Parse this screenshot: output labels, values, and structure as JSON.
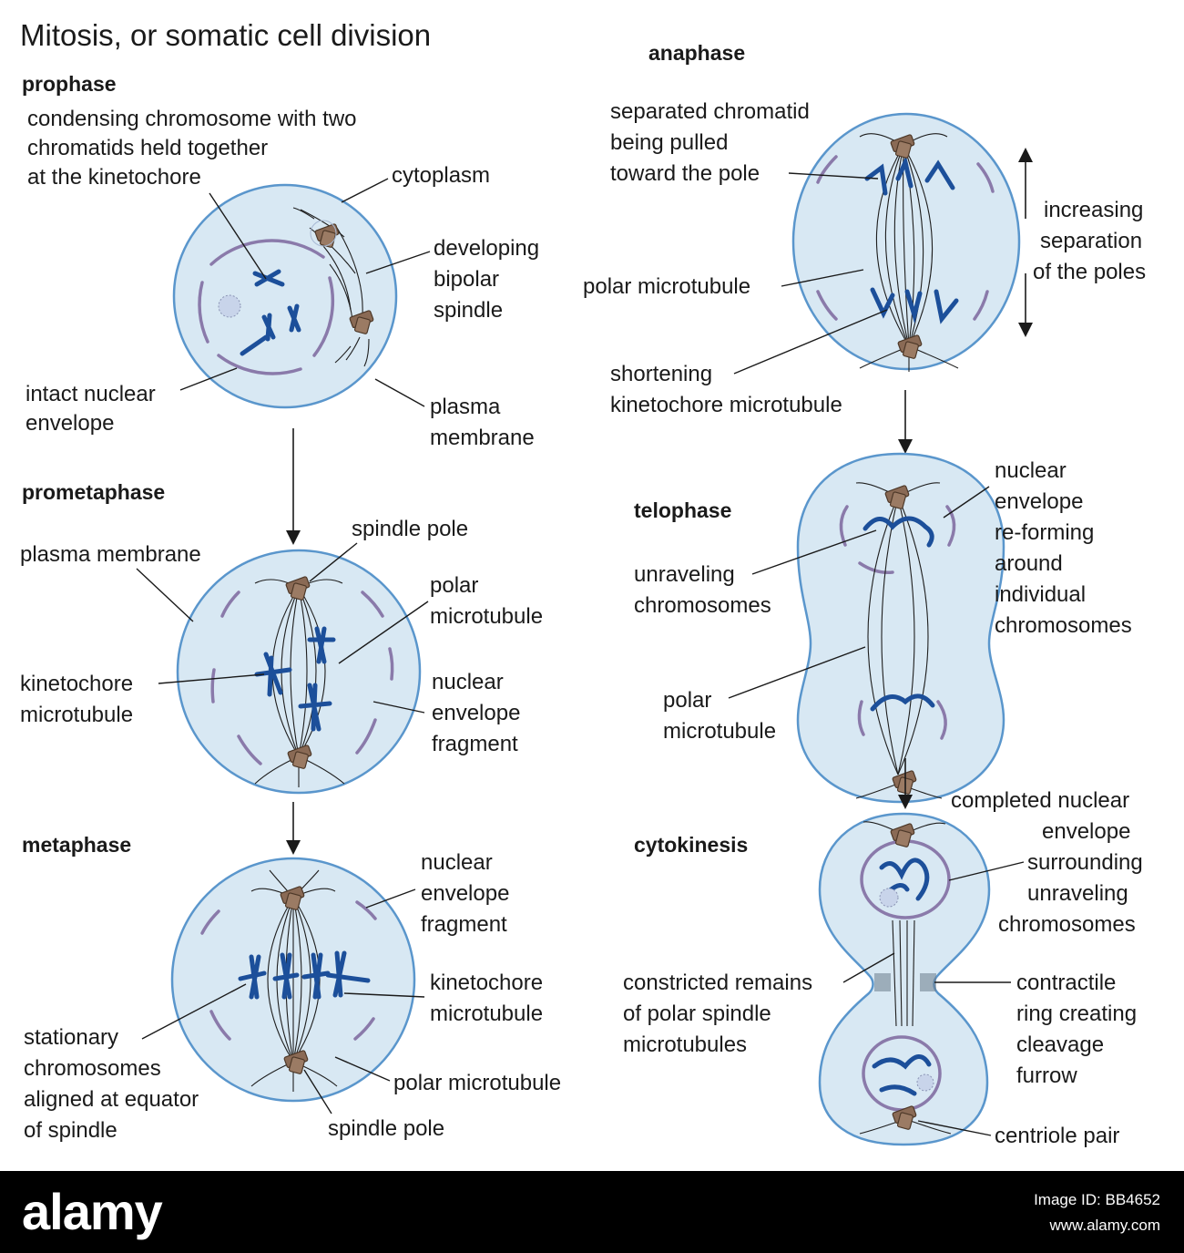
{
  "title": "Mitosis, or somatic cell division",
  "phases": {
    "prophase": "prophase",
    "prometaphase": "prometaphase",
    "metaphase": "metaphase",
    "anaphase": "anaphase",
    "telophase": "telophase",
    "cytokinesis": "cytokinesis"
  },
  "labels": {
    "pro_chromosome": [
      "condensing chromosome with two",
      "chromatids held together",
      "at the kinetochore"
    ],
    "pro_cytoplasm": [
      "cytoplasm"
    ],
    "pro_spindle": [
      "developing",
      "bipolar",
      "spindle"
    ],
    "pro_envelope": [
      "intact nuclear",
      "envelope"
    ],
    "pro_membrane": [
      "plasma",
      "membrane"
    ],
    "prm_spindle_pole": [
      "spindle pole"
    ],
    "prm_membrane": [
      "plasma membrane"
    ],
    "prm_polar": [
      "polar",
      "microtubule"
    ],
    "prm_kinetochore": [
      "kinetochore",
      "microtubule"
    ],
    "prm_fragment": [
      "nuclear",
      "envelope",
      "fragment"
    ],
    "met_fragment": [
      "nuclear",
      "envelope",
      "fragment"
    ],
    "met_kinetochore": [
      "kinetochore",
      "microtubule"
    ],
    "met_stationary": [
      "stationary",
      "chromosomes",
      "aligned at equator",
      "of spindle"
    ],
    "met_polar": [
      "polar microtubule"
    ],
    "met_spindle_pole": [
      "spindle pole"
    ],
    "ana_chromatid": [
      "separated chromatid",
      "being pulled",
      "toward the pole"
    ],
    "ana_increasing": [
      "increasing",
      "separation",
      "of the poles"
    ],
    "ana_polar": [
      "polar microtubule"
    ],
    "ana_shortening": [
      "shortening",
      "kinetochore microtubule"
    ],
    "tel_nuclear": [
      "nuclear",
      "envelope",
      "re-forming",
      "around",
      "individual",
      "chromosomes"
    ],
    "tel_unraveling": [
      "unraveling",
      "chromosomes"
    ],
    "tel_polar": [
      "polar",
      "microtubule"
    ],
    "cyt_completed": [
      "completed nuclear",
      "envelope",
      "surrounding",
      "unraveling",
      "chromosomes"
    ],
    "cyt_constricted": [
      "constricted remains",
      "of polar spindle",
      "microtubules"
    ],
    "cyt_contractile": [
      "contractile",
      "ring creating",
      "cleavage",
      "furrow"
    ],
    "cyt_centriole": [
      "centriole pair"
    ]
  },
  "footer": {
    "logo": "alamy",
    "line1": "Image ID: BB4652",
    "line2": "www.alamy.com"
  },
  "colors": {
    "cell_fill": "#d8e8f3",
    "cell_outline": "#5a96cc",
    "chromosome": "#1c4f9a",
    "nuclear_envelope": "#8a7aaa",
    "centriole": "#8a6a55"
  }
}
